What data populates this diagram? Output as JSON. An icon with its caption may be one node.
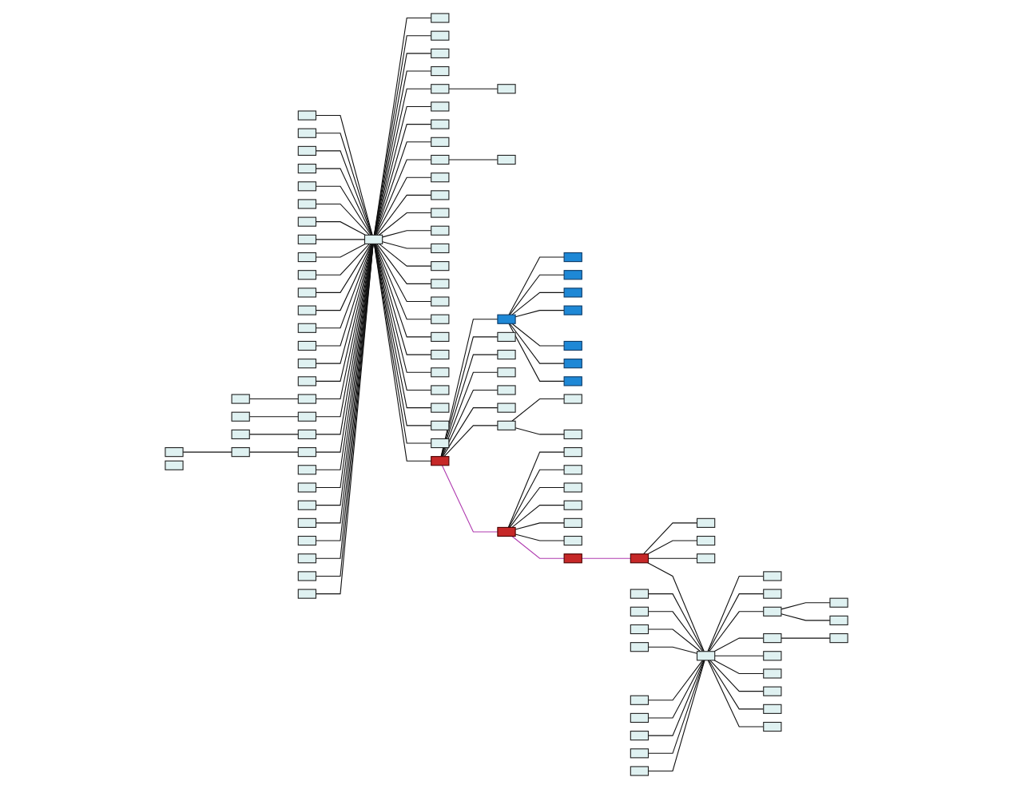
{
  "diagram": {
    "nodes": [
      {
        "text": [],
        "shape": "box"
      },
      {
        "text": [],
        "shape": "box"
      },
      {
        "text": [],
        "shape": "box"
      },
      {
        "text": [],
        "shape": "box"
      },
      {
        "text": [],
        "shape": "box"
      },
      {
        "text": [],
        "shape": "box"
      },
      {
        "text": [],
        "shape": "box"
      },
      {
        "text": [],
        "shape": "box"
      },
      {
        "text": [],
        "shape": "box"
      },
      {
        "text": [],
        "shape": "box"
      },
      {
        "text": [],
        "shape": "box"
      },
      {
        "text": [],
        "shape": "box"
      },
      {
        "text": [],
        "shape": "box"
      },
      {
        "text": [],
        "shape": "box"
      },
      {
        "text": [],
        "shape": "box"
      },
      {
        "text": [],
        "shape": "box"
      },
      {
        "text": [],
        "shape": "box"
      },
      {
        "text": [],
        "shape": "box"
      },
      {
        "text": [],
        "shape": "box"
      },
      {
        "text": [],
        "shape": "box"
      },
      {
        "text": [],
        "shape": "box"
      },
      {
        "text": [],
        "shape": "box"
      },
      {
        "text": [],
        "shape": "box"
      },
      {
        "text": [],
        "shape": "box"
      },
      {
        "text": [],
        "shape": "box"
      },
      {
        "text": [],
        "shape": "box"
      },
      {
        "text": [],
        "shape": "box"
      },
      {
        "text": [],
        "shape": "box"
      },
      {
        "text": [],
        "shape": "box"
      },
      {
        "text": [],
        "shape": "box"
      },
      {
        "text": [],
        "shape": "box"
      },
      {
        "text": [],
        "shape": "box"
      },
      {
        "text": [],
        "shape": "box"
      },
      {
        "text": [],
        "shape": "box"
      },
      {
        "text": [],
        "shape": "box"
      },
      {
        "text": [],
        "shape": "box"
      },
      {
        "text": [],
        "shape": "box"
      },
      {
        "text": [],
        "shape": "box"
      },
      {
        "text": [],
        "shape": "box"
      },
      {
        "text": [],
        "shape": "box"
      },
      {
        "text": [],
        "shape": "box"
      },
      {
        "text": [],
        "shape": "box"
      },
      {
        "text": [],
        "shape": "box"
      },
      {
        "text": [],
        "shape": "box"
      },
      {
        "text": [],
        "shape": "box"
      },
      {
        "text": [],
        "shape": "box"
      },
      {
        "text": [],
        "shape": "box"
      },
      {
        "text": [],
        "shape": "box"
      },
      {
        "text": [],
        "shape": "box"
      },
      {
        "text": [],
        "shape": "box"
      },
      {
        "text": [],
        "shape": "box"
      },
      {
        "text": [],
        "shape": "box"
      },
      {
        "text": [],
        "shape": "box"
      },
      {
        "text": [],
        "shape": "box"
      },
      {
        "text": [],
        "shape": "box"
      },
      {
        "text": [],
        "shape": "box"
      },
      {
        "text": [],
        "shape": "box"
      },
      {
        "text": [],
        "shape": "box"
      },
      {
        "text": [],
        "shape": "box"
      },
      {
        "text": [],
        "shape": "box"
      },
      {
        "text": [],
        "shape": "box"
      },
      {
        "text": [],
        "shape": "box"
      },
      {
        "text": [],
        "shape": "box"
      },
      {
        "text": [],
        "shape": "box"
      },
      {
        "text": [],
        "shape": "box"
      },
      {
        "text": [],
        "shape": "box"
      },
      {
        "text": [],
        "shape": "box"
      },
      {
        "text": [],
        "shape": "box"
      },
      {
        "text": [],
        "shape": "box"
      },
      {
        "text": [],
        "shape": "box"
      },
      {
        "text": [],
        "shape": "box"
      },
      {
        "text": [],
        "shape": "box"
      },
      {
        "text": [],
        "shape": "box"
      },
      {
        "text": [],
        "shape": "box"
      },
      {
        "text": [],
        "shape": "box"
      },
      {
        "text": [],
        "shape": "box"
      },
      {
        "text": [],
        "shape": "box"
      },
      {
        "text": [],
        "shape": "box"
      },
      {
        "text": [],
        "shape": "box"
      },
      {
        "text": [],
        "shape": "box"
      },
      {
        "text": [],
        "shape": "box"
      },
      {
        "text": [],
        "shape": "box"
      },
      {
        "text": [],
        "shape": "box"
      },
      {
        "text": [],
        "shape": "box"
      },
      {
        "text": [],
        "shape": "box"
      },
      {
        "text": [],
        "shape": "box"
      },
      {
        "text": [],
        "shape": "box"
      },
      {
        "text": [],
        "shape": "box"
      },
      {
        "text": [],
        "shape": "box"
      },
      {
        "text": [],
        "shape": "box"
      },
      {
        "text": [],
        "shape": "box"
      },
      {
        "text": [],
        "shape": "box"
      },
      {
        "text": [],
        "shape": "box"
      },
      {
        "text": [],
        "shape": "box"
      },
      {
        "text": [],
        "shape": "box"
      },
      {
        "text": [],
        "shape": "box"
      },
      {
        "text": [],
        "shape": "box"
      },
      {
        "text": [],
        "shape": "box"
      },
      {
        "text": [],
        "shape": "box"
      },
      {
        "text": [],
        "shape": "box"
      },
      {
        "text": [],
        "shape": "box"
      },
      {
        "text": [],
        "shape": "box"
      },
      {
        "text": [],
        "shape": "box"
      },
      {
        "text": [],
        "shape": "box"
      },
      {
        "text": [],
        "shape": "box"
      },
      {
        "text": [],
        "shape": "box"
      },
      {
        "text": [],
        "shape": "box"
      },
      {
        "text": [],
        "shape": "box"
      },
      {
        "text": [],
        "shape": "box"
      },
      {
        "text": [],
        "shape": "box"
      },
      {
        "text": [],
        "shape": "box"
      },
      {
        "text": [],
        "shape": "box"
      },
      {
        "text": [],
        "shape": "box"
      }
    ],
    "edges": [
      {
        "from": 1,
        "to": 0,
        "arrow": "none"
      },
      {
        "from": 2,
        "to": 0,
        "arrow": "none"
      },
      {
        "from": 3,
        "to": 0,
        "arrow": "none"
      },
      {
        "from": 4,
        "to": 0,
        "arrow": "none"
      },
      {
        "from": 5,
        "to": 0,
        "arrow": "none"
      },
      {
        "from": 6,
        "to": 0,
        "arrow": "none"
      },
      {
        "from": 7,
        "to": 0,
        "arrow": "none"
      },
      {
        "from": 8,
        "to": 0,
        "arrow": "none"
      },
      {
        "from": 9,
        "to": 0,
        "arrow": "none"
      },
      {
        "from": 10,
        "to": 0,
        "arrow": "none"
      },
      {
        "from": 11,
        "to": 0,
        "arrow": "none"
      },
      {
        "from": 12,
        "to": 0,
        "arrow": "none"
      },
      {
        "from": 13,
        "to": 0,
        "arrow": "none"
      },
      {
        "from": 14,
        "to": 0,
        "arrow": "none"
      },
      {
        "from": 15,
        "to": 0,
        "arrow": "none"
      },
      {
        "from": 16,
        "to": 0,
        "arrow": "none"
      },
      {
        "from": 17,
        "to": 0,
        "arrow": "none"
      },
      {
        "from": 18,
        "to": 0,
        "arrow": "none"
      },
      {
        "from": 19,
        "to": 0,
        "arrow": "none"
      },
      {
        "from": 20,
        "to": 0,
        "arrow": "none"
      },
      {
        "from": 21,
        "to": 0,
        "arrow": "none"
      },
      {
        "from": 22,
        "to": 0,
        "arrow": "none"
      },
      {
        "from": 23,
        "to": 0,
        "arrow": "none"
      },
      {
        "from": 24,
        "to": 0,
        "arrow": "none"
      },
      {
        "from": 25,
        "to": 0,
        "arrow": "none"
      },
      {
        "from": 26,
        "to": 0,
        "arrow": "none"
      },
      {
        "from": 27,
        "to": 0,
        "arrow": "none"
      },
      {
        "from": 28,
        "to": 0,
        "arrow": "none"
      },
      {
        "from": 29,
        "to": 17,
        "arrow": "none"
      },
      {
        "from": 30,
        "to": 18,
        "arrow": "none"
      },
      {
        "from": 31,
        "to": 19,
        "arrow": "none"
      },
      {
        "from": 32,
        "to": 20,
        "arrow": "none"
      },
      {
        "from": 33,
        "to": 32,
        "arrow": "none"
      },
      {
        "from": 0,
        "to": 34,
        "arrow": "none"
      },
      {
        "from": 0,
        "to": 35,
        "arrow": "none"
      },
      {
        "from": 0,
        "to": 36,
        "arrow": "none"
      },
      {
        "from": 0,
        "to": 37,
        "arrow": "none"
      },
      {
        "from": 0,
        "to": 38,
        "arrow": "none"
      },
      {
        "from": 0,
        "to": 39,
        "arrow": "none"
      },
      {
        "from": 0,
        "to": 40,
        "arrow": "none"
      },
      {
        "from": 0,
        "to": 41,
        "arrow": "none"
      },
      {
        "from": 0,
        "to": 42,
        "arrow": "none"
      },
      {
        "from": 0,
        "to": 43,
        "arrow": "none"
      },
      {
        "from": 0,
        "to": 44,
        "arrow": "none"
      },
      {
        "from": 0,
        "to": 45,
        "arrow": "none"
      },
      {
        "from": 0,
        "to": 46,
        "arrow": "none"
      },
      {
        "from": 0,
        "to": 47,
        "arrow": "none"
      },
      {
        "from": 0,
        "to": 48,
        "arrow": "none"
      },
      {
        "from": 0,
        "to": 49,
        "arrow": "none"
      },
      {
        "from": 0,
        "to": 50,
        "arrow": "none"
      },
      {
        "from": 0,
        "to": 51,
        "arrow": "none"
      },
      {
        "from": 0,
        "to": 52,
        "arrow": "none"
      },
      {
        "from": 0,
        "to": 53,
        "arrow": "none"
      },
      {
        "from": 0,
        "to": 54,
        "arrow": "none"
      },
      {
        "from": 0,
        "to": 55,
        "arrow": "none"
      },
      {
        "from": 0,
        "to": 56,
        "arrow": "none"
      },
      {
        "from": 0,
        "to": 57,
        "arrow": "none"
      },
      {
        "from": 0,
        "to": 58,
        "arrow": "none"
      },
      {
        "from": 38,
        "to": 59,
        "arrow": "none"
      },
      {
        "from": 42,
        "to": 60,
        "arrow": "none"
      },
      {
        "from": 0,
        "to": 61,
        "arrow": "none"
      },
      {
        "from": 61,
        "to": 62,
        "arrow": "none"
      },
      {
        "from": 62,
        "to": 63,
        "arrow": "none"
      },
      {
        "from": 62,
        "to": 64,
        "arrow": "none"
      },
      {
        "from": 62,
        "to": 65,
        "arrow": "none"
      },
      {
        "from": 62,
        "to": 66,
        "arrow": "none"
      },
      {
        "from": 62,
        "to": 67,
        "arrow": "none"
      },
      {
        "from": 62,
        "to": 68,
        "arrow": "none"
      },
      {
        "from": 62,
        "to": 69,
        "arrow": "none"
      },
      {
        "from": 61,
        "to": 70,
        "arrow": "none"
      },
      {
        "from": 61,
        "to": 71,
        "arrow": "none"
      },
      {
        "from": 61,
        "to": 72,
        "arrow": "none"
      },
      {
        "from": 61,
        "to": 73,
        "arrow": "none"
      },
      {
        "from": 61,
        "to": 74,
        "arrow": "none"
      },
      {
        "from": 61,
        "to": 75,
        "arrow": "none"
      },
      {
        "from": 75,
        "to": 76,
        "arrow": "none"
      },
      {
        "from": 75,
        "to": 77,
        "arrow": "none"
      },
      {
        "from": 61,
        "to": 79,
        "arrow": "none",
        "color": "#b03cb0"
      },
      {
        "from": 79,
        "to": 80,
        "arrow": "none"
      },
      {
        "from": 79,
        "to": 81,
        "arrow": "none"
      },
      {
        "from": 79,
        "to": 82,
        "arrow": "none"
      },
      {
        "from": 79,
        "to": 83,
        "arrow": "none"
      },
      {
        "from": 79,
        "to": 84,
        "arrow": "none"
      },
      {
        "from": 79,
        "to": 85,
        "arrow": "none"
      },
      {
        "from": 79,
        "to": 86,
        "arrow": "none",
        "color": "#b03cb0"
      },
      {
        "from": 86,
        "to": 87,
        "arrow": "none",
        "color": "#b03cb0"
      },
      {
        "from": 87,
        "to": 88,
        "arrow": "none"
      },
      {
        "from": 87,
        "to": 89,
        "arrow": "none"
      },
      {
        "from": 87,
        "to": 90,
        "arrow": "none"
      },
      {
        "from": 87,
        "to": 91,
        "arrow": "none"
      },
      {
        "from": 92,
        "to": 91,
        "arrow": "none"
      },
      {
        "from": 93,
        "to": 91,
        "arrow": "none"
      },
      {
        "from": 94,
        "to": 91,
        "arrow": "none"
      },
      {
        "from": 91,
        "to": 95,
        "arrow": "none"
      },
      {
        "from": 91,
        "to": 96,
        "arrow": "none"
      },
      {
        "from": 91,
        "to": 97,
        "arrow": "none"
      },
      {
        "from": 91,
        "to": 98,
        "arrow": "none"
      },
      {
        "from": 91,
        "to": 99,
        "arrow": "none"
      },
      {
        "from": 91,
        "to": 100,
        "arrow": "none"
      },
      {
        "from": 91,
        "to": 101,
        "arrow": "none"
      },
      {
        "from": 91,
        "to": 102,
        "arrow": "none"
      },
      {
        "from": 91,
        "to": 103,
        "arrow": "none"
      },
      {
        "from": 104,
        "to": 91,
        "arrow": "none"
      },
      {
        "from": 105,
        "to": 91,
        "arrow": "none"
      },
      {
        "from": 106,
        "to": 91,
        "arrow": "none"
      },
      {
        "from": 107,
        "to": 91,
        "arrow": "none"
      },
      {
        "from": 108,
        "to": 91,
        "arrow": "none"
      },
      {
        "from": 109,
        "to": 91,
        "arrow": "none"
      },
      {
        "from": 97,
        "to": 110,
        "arrow": "none"
      },
      {
        "from": 97,
        "to": 111,
        "arrow": "none"
      },
      {
        "from": 98,
        "to": 112,
        "arrow": "none"
      }
    ]
  }
}
